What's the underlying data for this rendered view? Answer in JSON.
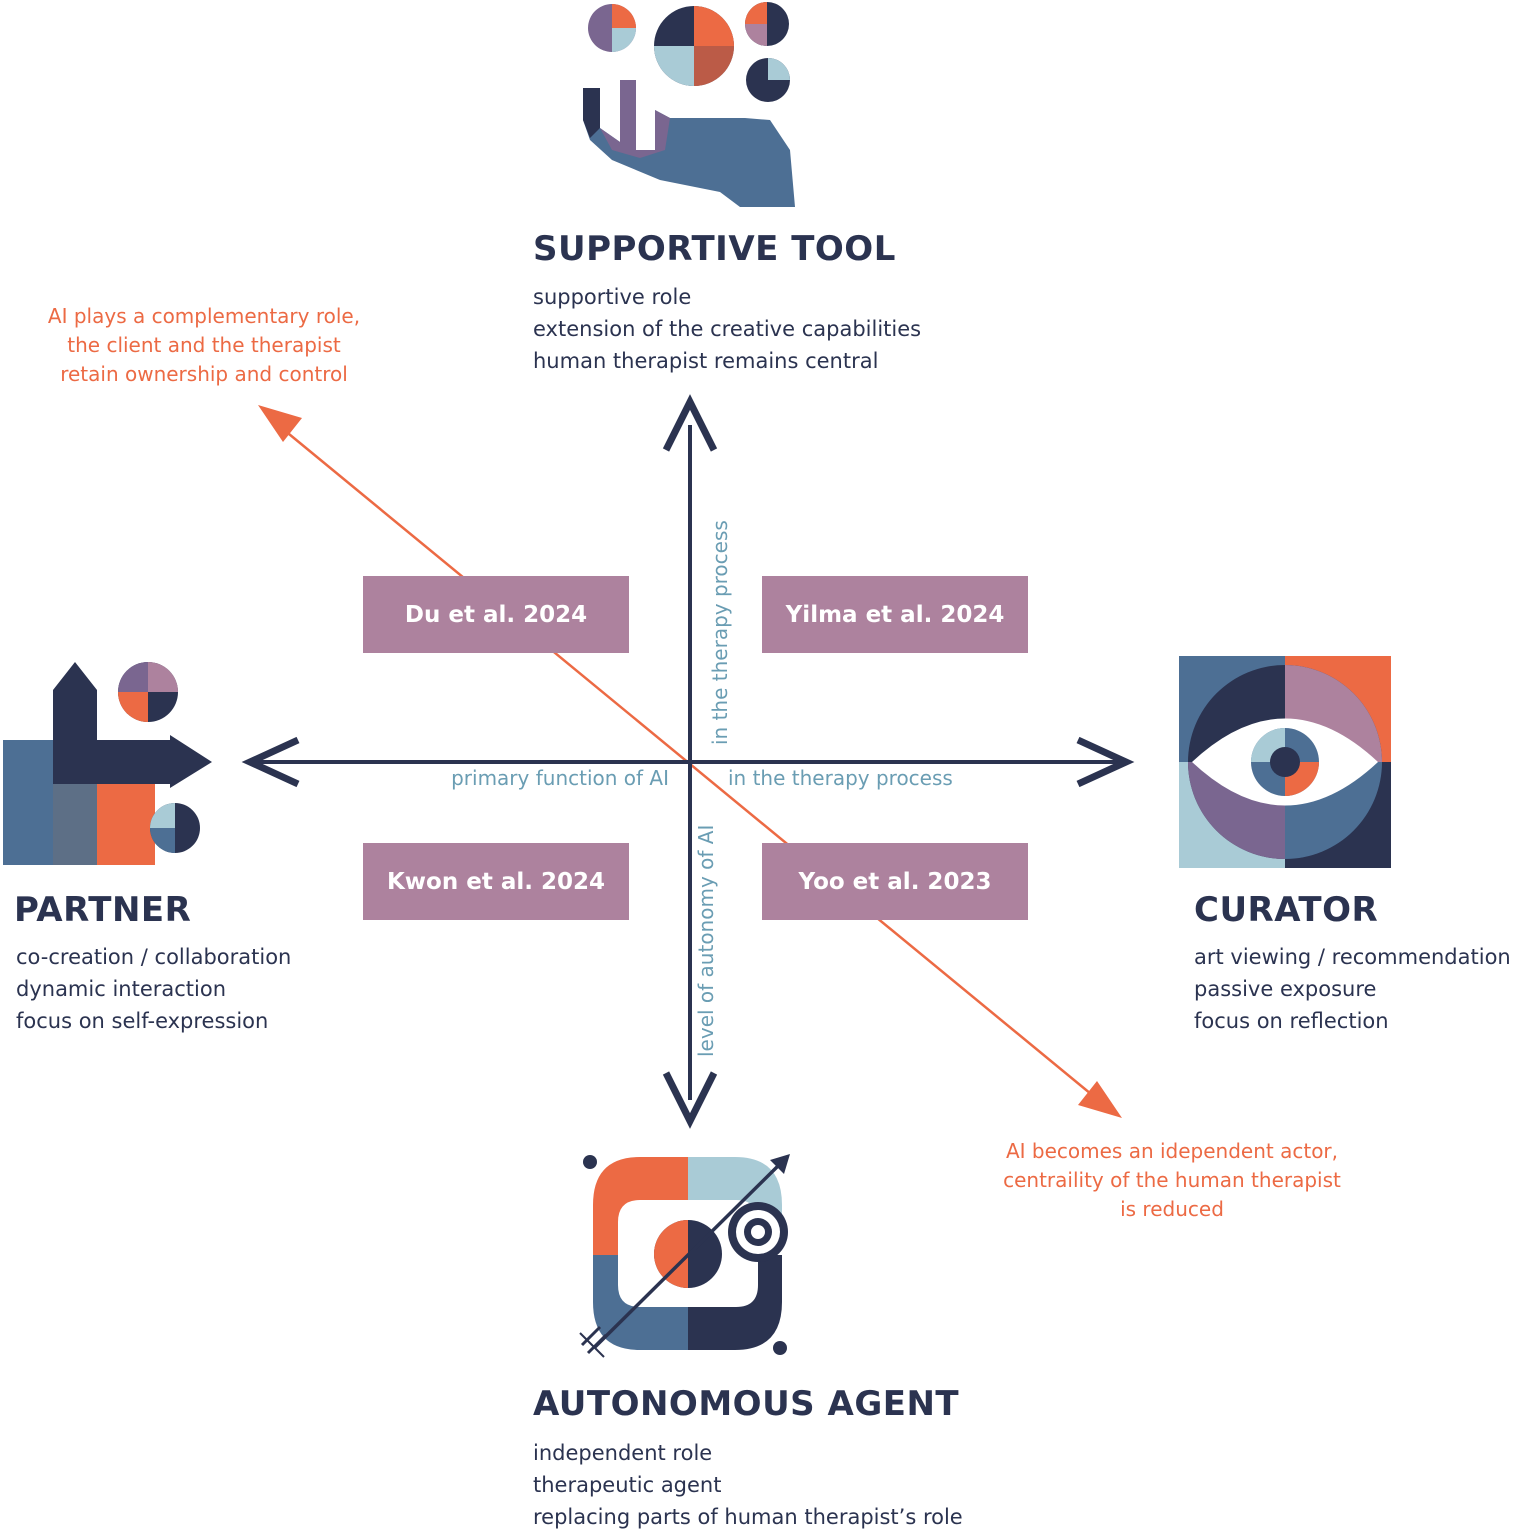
{
  "colors": {
    "navy": "#2b3350",
    "orange": "#ec6a44",
    "mauve": "#ad829e",
    "teal": "#6a9db3",
    "light_blue": "#a9cbd6",
    "purple": "#7a6690"
  },
  "roles": {
    "top": {
      "title": "SUPPORTIVE TOOL",
      "lines": [
        "supportive role",
        "extension of the creative capabilities",
        "human therapist remains central"
      ],
      "icon": "hand-holding-spheres-icon"
    },
    "left": {
      "title": "PARTNER",
      "lines": [
        "co-creation / collaboration",
        "dynamic interaction",
        "focus on self-expression"
      ],
      "icon": "crossing-arrows-icon"
    },
    "right": {
      "title": "CURATOR",
      "lines": [
        "art viewing / recommendation",
        "passive exposure",
        "focus on reflection"
      ],
      "icon": "eye-icon"
    },
    "bottom": {
      "title": "AUTONOMOUS AGENT",
      "lines": [
        "independent role",
        "therapeutic agent",
        "replacing parts of human therapist’s role"
      ],
      "icon": "target-arrow-icon"
    }
  },
  "notes": {
    "top_left": [
      "AI plays a complementary role,",
      "the client and the therapist",
      "retain ownership and control"
    ],
    "bottom_right": [
      "AI becomes an idependent actor,",
      "centraility of the human therapist",
      "is reduced"
    ]
  },
  "axes": {
    "vertical_upper": "in the therapy process",
    "vertical_lower": "level of autonomy of AI",
    "horizontal_left": "primary function of AI",
    "horizontal_right": "in the therapy process"
  },
  "studies": {
    "top_left": "Du et al. 2024",
    "top_right": "Yilma et al. 2024",
    "bottom_left": "Kwon et al. 2024",
    "bottom_right": "Yoo et al. 2023"
  }
}
